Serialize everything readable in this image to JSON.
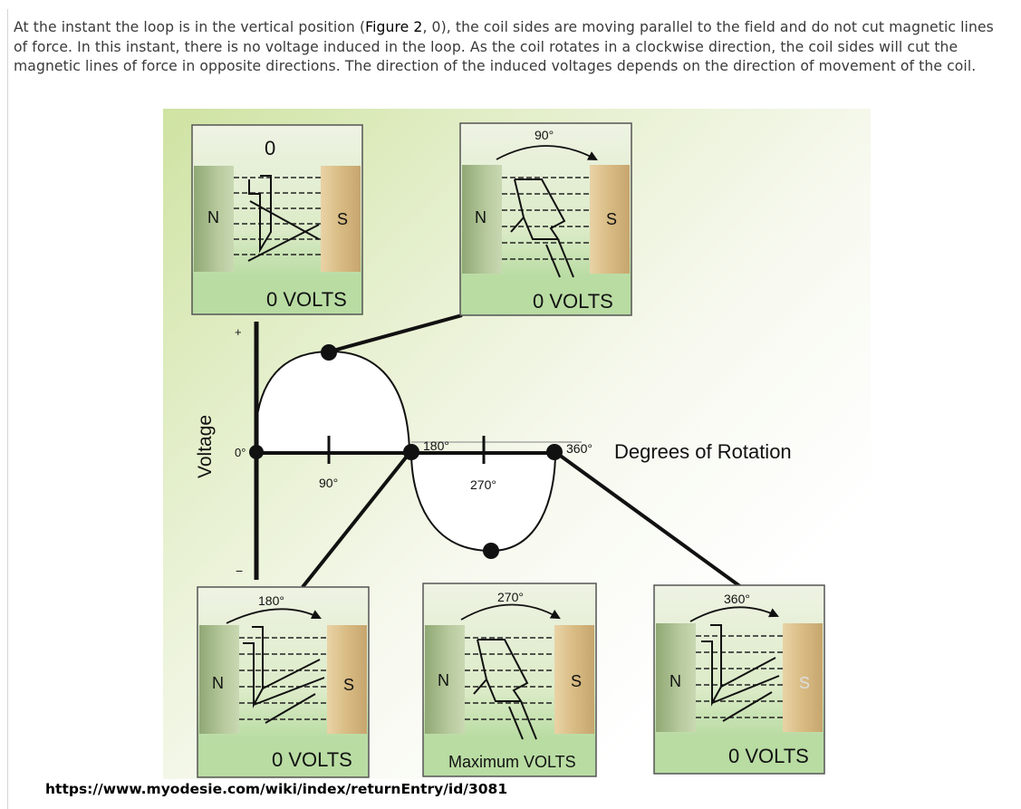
{
  "paragraph": {
    "before": "At the instant the loop is in the vertical position (",
    "figure_ref": "Figure 2",
    "after": ", 0), the coil sides are moving parallel to the field and do not cut magnetic lines of force. In this instant, there is no voltage induced in the loop. As the coil rotates in a clockwise direction, the coil sides will cut the magnetic lines of force in opposite directions. The direction of the induced voltages depends on the direction of movement of the coil."
  },
  "figure": {
    "axis_y_label": "Voltage",
    "axis_x_label": "Degrees of Rotation",
    "plus": "+",
    "minus": "−",
    "origin": "0°",
    "ticks": {
      "t90": "90°",
      "t180": "180°",
      "t270": "270°",
      "t360": "360°"
    },
    "panels": [
      {
        "angle": "0",
        "pole_n": "N",
        "pole_s": "S",
        "voltage": "0 VOLTS"
      },
      {
        "angle": "90°",
        "pole_n": "N",
        "pole_s": "S",
        "voltage": "0 VOLTS"
      },
      {
        "angle": "180°",
        "pole_n": "N",
        "pole_s": "S",
        "voltage": "0 VOLTS"
      },
      {
        "angle": "270°",
        "pole_n": "N",
        "pole_s": "S",
        "voltage": "Maximum VOLTS"
      },
      {
        "angle": "360°",
        "pole_n": "N",
        "pole_s": "S",
        "voltage": "0 VOLTS"
      }
    ],
    "colors": {
      "panel_top": "#eef3e3",
      "panel_bottom": "#b9dca3",
      "north_pole": "#a9bf8b",
      "south_pole": "#d8bd86"
    }
  },
  "source_url": "https://www.myodesie.com/wiki/index/returnEntry/id/3081"
}
